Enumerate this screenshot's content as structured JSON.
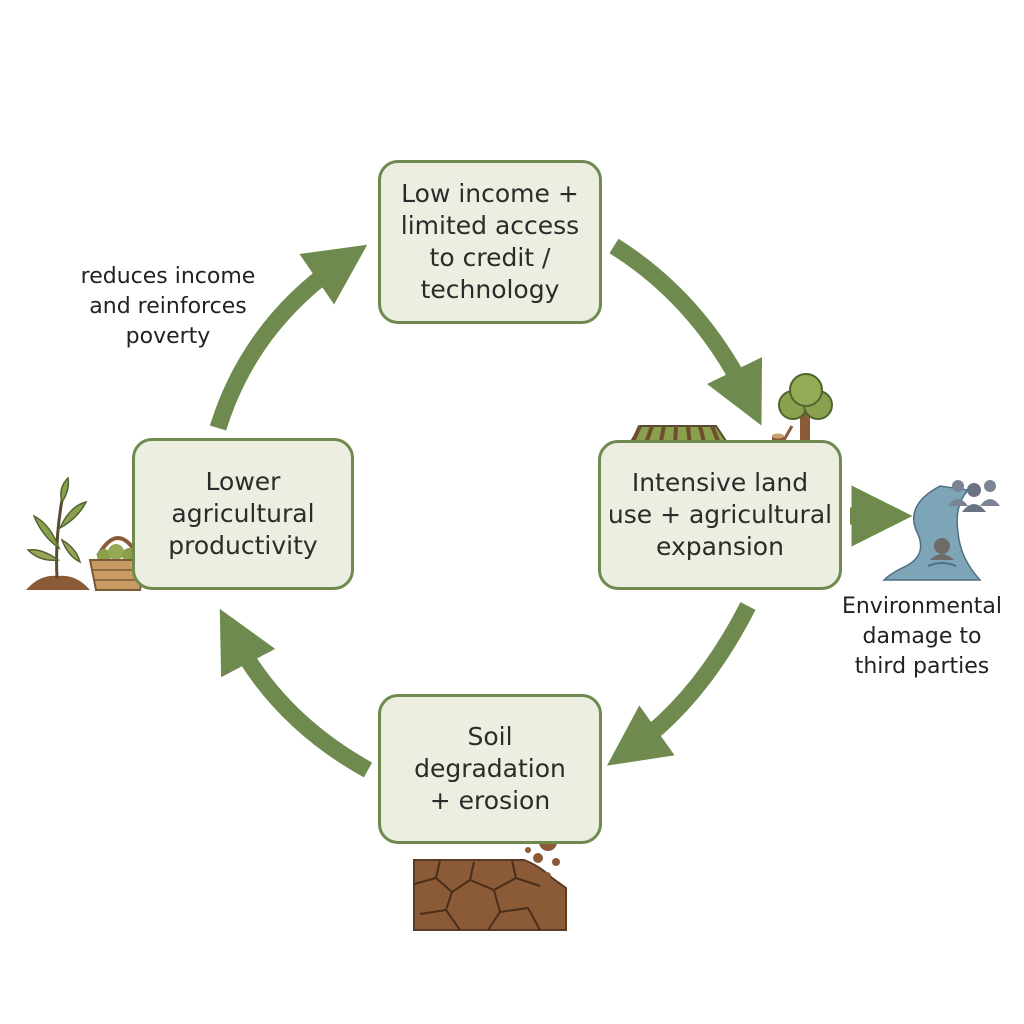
{
  "nodes": {
    "top": "Low income +\nlimited access\nto credit /\ntechnology",
    "right": "Intensive land\nuse + agricultural\nexpansion",
    "bottom": "Soil\ndegradation\n+ erosion",
    "left": "Lower\nagricultural\nproductivity"
  },
  "edge_labels": {
    "left_to_top": "reduces income\nand reinforces\npoverty"
  },
  "side_effect": {
    "label": "Environmental\ndamage to\nthird parties"
  },
  "icons": {
    "right": [
      "plowed-field-icon",
      "tree-icon",
      "tree-stump-icon"
    ],
    "left": [
      "wilting-plant-icon",
      "harvest-basket-icon"
    ],
    "bottom": [
      "cracked-soil-icon"
    ],
    "side": [
      "polluted-river-icon",
      "people-group-icon"
    ]
  },
  "colors": {
    "arrow": "#6f8a4e",
    "node_fill": "#ebeee0",
    "node_border": "#6f8a4e",
    "soil": "#8b5a36",
    "water": "#7ea4b8",
    "people": "#7a8494"
  }
}
